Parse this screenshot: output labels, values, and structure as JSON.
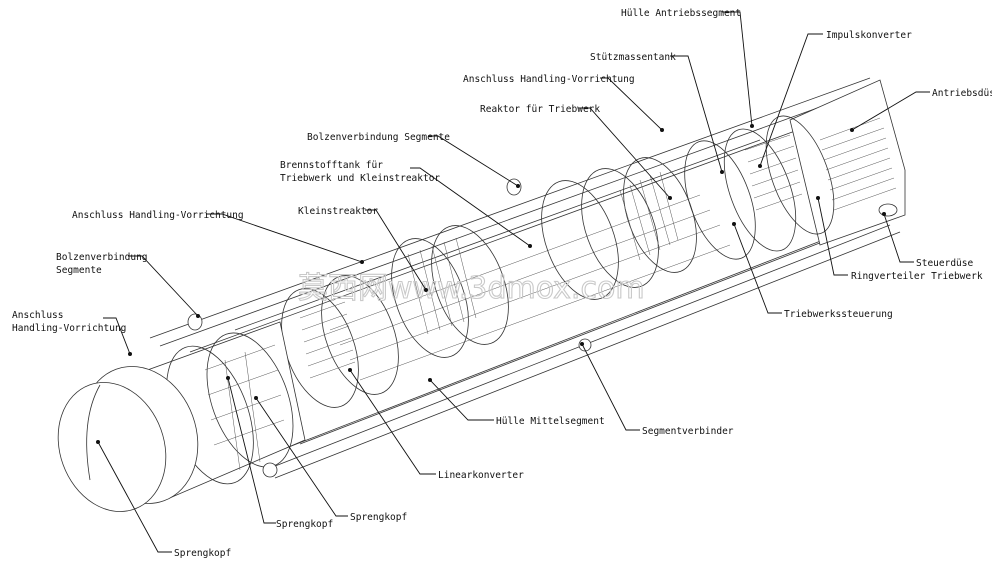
{
  "labels": {
    "huelle_antriebssegment": "Hülle Antriebssegment",
    "impulskonverter": "Impulskonverter",
    "stuetzmassentank": "Stützmassentank",
    "anschluss_handling_top": "Anschluss Handling-Vorrichtung",
    "antriebsduese": "Antriebsdüse",
    "reaktor_triebwerk": "Reaktor für Triebwerk",
    "bolzen_segmente_top": "Bolzenverbindung Segmente",
    "brennstofftank_line1": "Brennstofftank für",
    "brennstofftank_line2": "Triebwerk und Kleinstreaktor",
    "kleinstreaktor": "Kleinstreaktor",
    "anschluss_handling_mid": "Anschluss Handling-Vorrichtung",
    "bolzen_segmente_left_line1": "Bolzenverbindung",
    "bolzen_segmente_left_line2": "Segmente",
    "anschluss_handling_left_line1": "Anschluss",
    "anschluss_handling_left_line2": "Handling-Vorrichtung",
    "steuerduese": "Steuerdüse",
    "ringverteiler": "Ringverteiler Triebwerk",
    "triebwerkssteuerung": "Triebwerkssteuerung",
    "segmentverbinder": "Segmentverbinder",
    "huelle_mittelsegment": "Hülle Mittelsegment",
    "linearkonverter": "Linearkonverter",
    "sprengkopf_a": "Sprengkopf",
    "sprengkopf_b": "Sprengkopf",
    "sprengkopf_c": "Sprengkopf"
  },
  "watermark": {
    "text": "莫西网www.3dmox.com"
  }
}
